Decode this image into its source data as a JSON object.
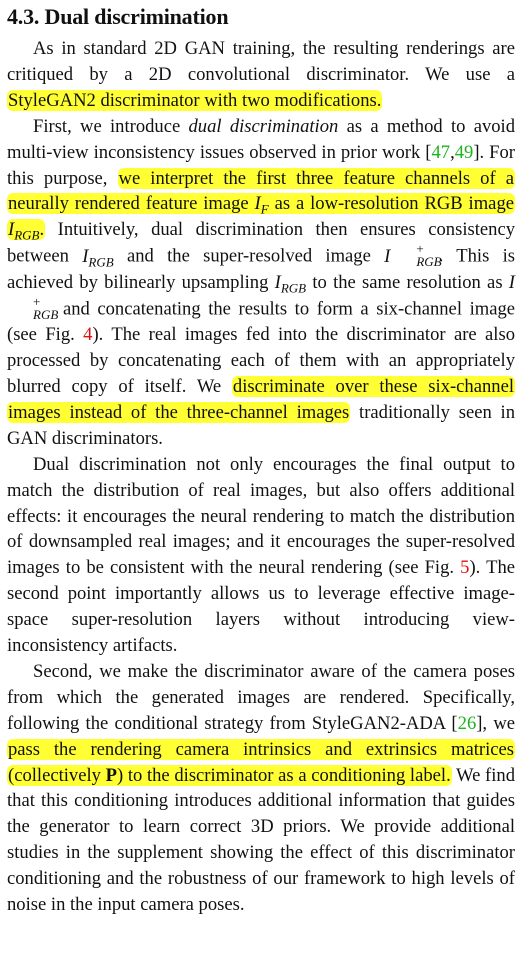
{
  "section": {
    "number": "4.3.",
    "title": "Dual discrimination"
  },
  "p1": {
    "t1": "As in standard 2D GAN training, the resulting renderings are critiqued by a 2D convolutional discriminator. We use a ",
    "h1": "StyleGAN2 discriminator with two modifications."
  },
  "p2": {
    "t1": "First, we introduce ",
    "em1": "dual discrimination",
    "t2": " as a method to avoid multi-view inconsistency issues observed in prior work [",
    "c1": "47",
    "sep": ",",
    "c2": "49",
    "t3": "]. For this purpose, ",
    "h1a": "we interpret the first three feature channels of a neurally rendered feature image ",
    "m_I": "I",
    "m_F": "F",
    "h1b": " as a low-resolution RGB image ",
    "m_RGB": "RGB",
    "h1c": ".",
    "t4": " Intuitively, dual discrimination then ensures consistency between ",
    "t5": " and the super-resolved image ",
    "plus": "+",
    "t6": ". This is achieved by bilin­early upsampling ",
    "t7": " to the same resolution as ",
    "t8": " and concatenating the results to form a six-channel image (see Fig. ",
    "r1": "4",
    "t9": "). The real images fed into the discriminator are also processed by concatenating each of them with an appropri­ately blurred copy of itself. We ",
    "h2": "discriminate over these six-channel images instead of the three-channel images",
    "t10": " tradi­tionally seen in GAN discriminators."
  },
  "p3": {
    "t1": "Dual discrimination not only encourages the final output to match the distribution of real images, but also offers ad­ditional effects: it encourages the neural rendering to match the distribution of downsampled real images; and it encour­ages the super-resolved images to be consistent with the neural rendering (see Fig. ",
    "r1": "5",
    "t2": "). The second point importantly allows us to leverage effective image-space super-resolution layers without introducing view-inconsistency artifacts."
  },
  "p4": {
    "t1": "Second, we make the discriminator aware of the cam­era poses from which the generated images are ren­dered. Specifically, following the conditional strategy from StyleGAN2-ADA [",
    "c1": "26",
    "t2": "], we ",
    "h1a": "pass the rendering camera in­trinsics and extrinsics matrices (collectively ",
    "m_P": "P",
    "h1b": ") to the dis­criminator as a conditioning label.",
    "t3": " We find that this con­ditioning introduces additional information that guides the generator to learn correct 3D priors. We provide additional studies in the supplement showing the effect of this discrim­inator conditioning and the robustness of our framework to high levels of noise in the input camera poses."
  },
  "colors": {
    "highlight": "#ffff33",
    "citation": "#1db41d",
    "figure_ref": "#e01010"
  }
}
